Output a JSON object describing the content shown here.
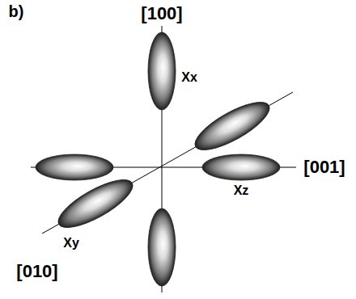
{
  "diagram": {
    "labels": [
      "b)",
      "[100]",
      "[001]",
      "[010]",
      "Xx",
      "Xy",
      "Xz"
    ]
  }
}
